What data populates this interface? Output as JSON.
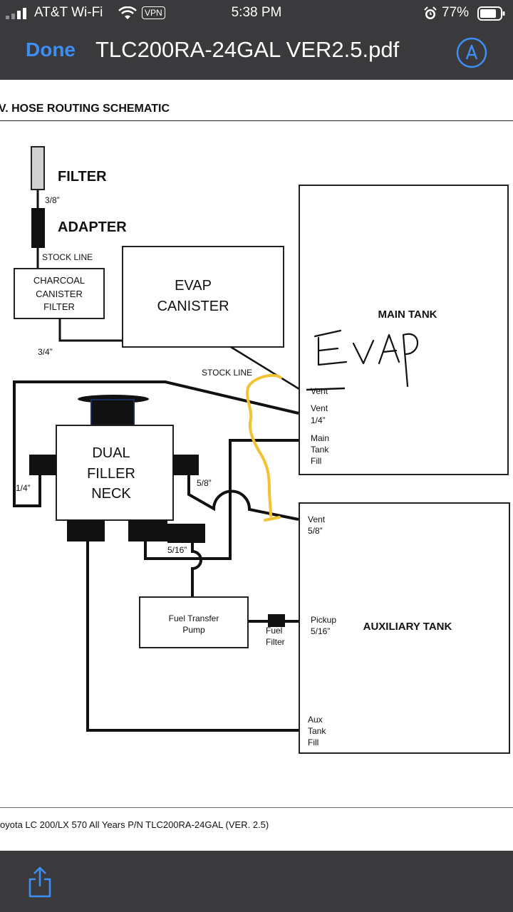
{
  "status_bar": {
    "carrier": "AT&T Wi-Fi",
    "vpn_badge": "VPN",
    "time": "5:38 PM",
    "battery": "77%"
  },
  "nav": {
    "done_label": "Done",
    "title": "TLC200RA-24GAL VER2.5.pdf",
    "markup_icon": "markup-pen-icon"
  },
  "document": {
    "section_heading": "V.  HOSE ROUTING SCHEMATIC",
    "footer": "oyota LC 200/LX 570 All Years  P/N TLC200RA-24GAL (VER. 2.5)"
  },
  "schematic": {
    "filter": "FILTER",
    "size_3_8": "3/8”",
    "adapter": "ADAPTER",
    "stock_line_top": "STOCK LINE",
    "charcoal": [
      "CHARCOAL",
      "CANISTER",
      "FILTER"
    ],
    "evap_canister": [
      "EVAP",
      "CANISTER"
    ],
    "size_3_4": "3/4”",
    "stock_line_mid": "STOCK LINE",
    "main_tank": "MAIN TANK",
    "main_vent_struck": "Vent",
    "main_vent": [
      "Vent",
      "1/4”"
    ],
    "main_tank_fill": [
      "Main",
      "Tank",
      "Fill"
    ],
    "dual_filler_neck": [
      "DUAL",
      "FILLER",
      "NECK"
    ],
    "size_1_4_left": "1/4”",
    "size_5_8": "5/8”",
    "size_5_16": "5/16”",
    "aux_vent": [
      "Vent",
      "5/8”"
    ],
    "fuel_transfer_pump": [
      "Fuel Transfer",
      "Pump"
    ],
    "fuel_filter": [
      "Fuel",
      "Filter"
    ],
    "pickup": [
      "Pickup",
      "5/16”"
    ],
    "auxiliary_tank": "AUXILIARY TANK",
    "aux_tank_fill": [
      "Aux",
      "Tank",
      "Fill"
    ],
    "handwritten_note": "EVAP"
  },
  "bottom_bar": {
    "share_icon": "share-icon"
  },
  "colors": {
    "bar_background": "#3a3a3c",
    "accent_blue": "#3d8ef5",
    "annotation_yellow": "#f2c230"
  }
}
